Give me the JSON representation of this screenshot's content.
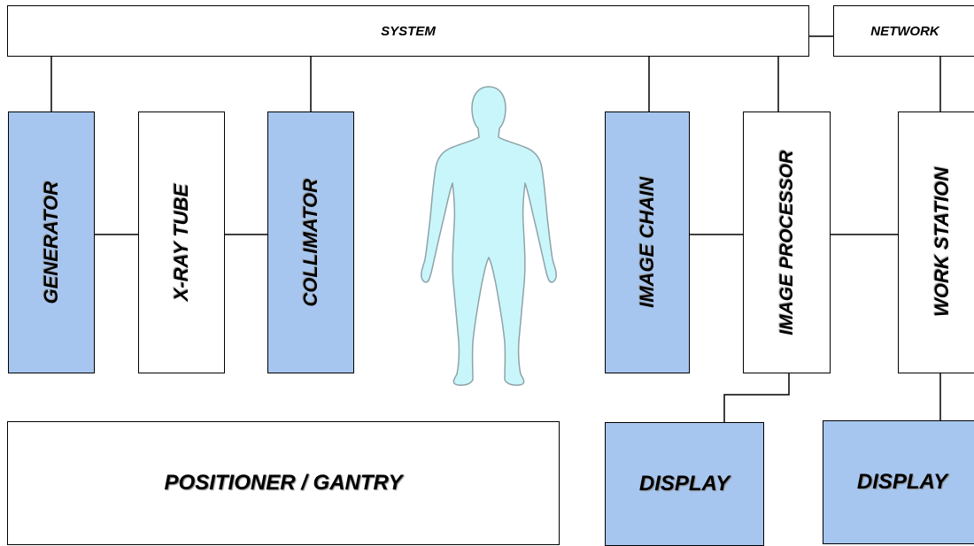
{
  "diagram": {
    "bus": {
      "system": "SYSTEM",
      "network": "NETWORK"
    },
    "components": {
      "generator": "GENERATOR",
      "xray_tube": "X-RAY TUBE",
      "collimator": "COLLIMATOR",
      "image_chain": "IMAGE CHAIN",
      "image_processor": "IMAGE PROCESSOR",
      "work_station": "WORK STATION",
      "positioner": "POSITIONER / GANTRY",
      "display_1": "DISPLAY",
      "display_2": "DISPLAY"
    },
    "colors": {
      "highlight_fill": "#a7c6ef",
      "plain_fill": "#ffffff",
      "human_fill": "#c8f6fb",
      "human_outline": "#8fa3a8"
    },
    "patient_icon": "human-silhouette-icon"
  }
}
